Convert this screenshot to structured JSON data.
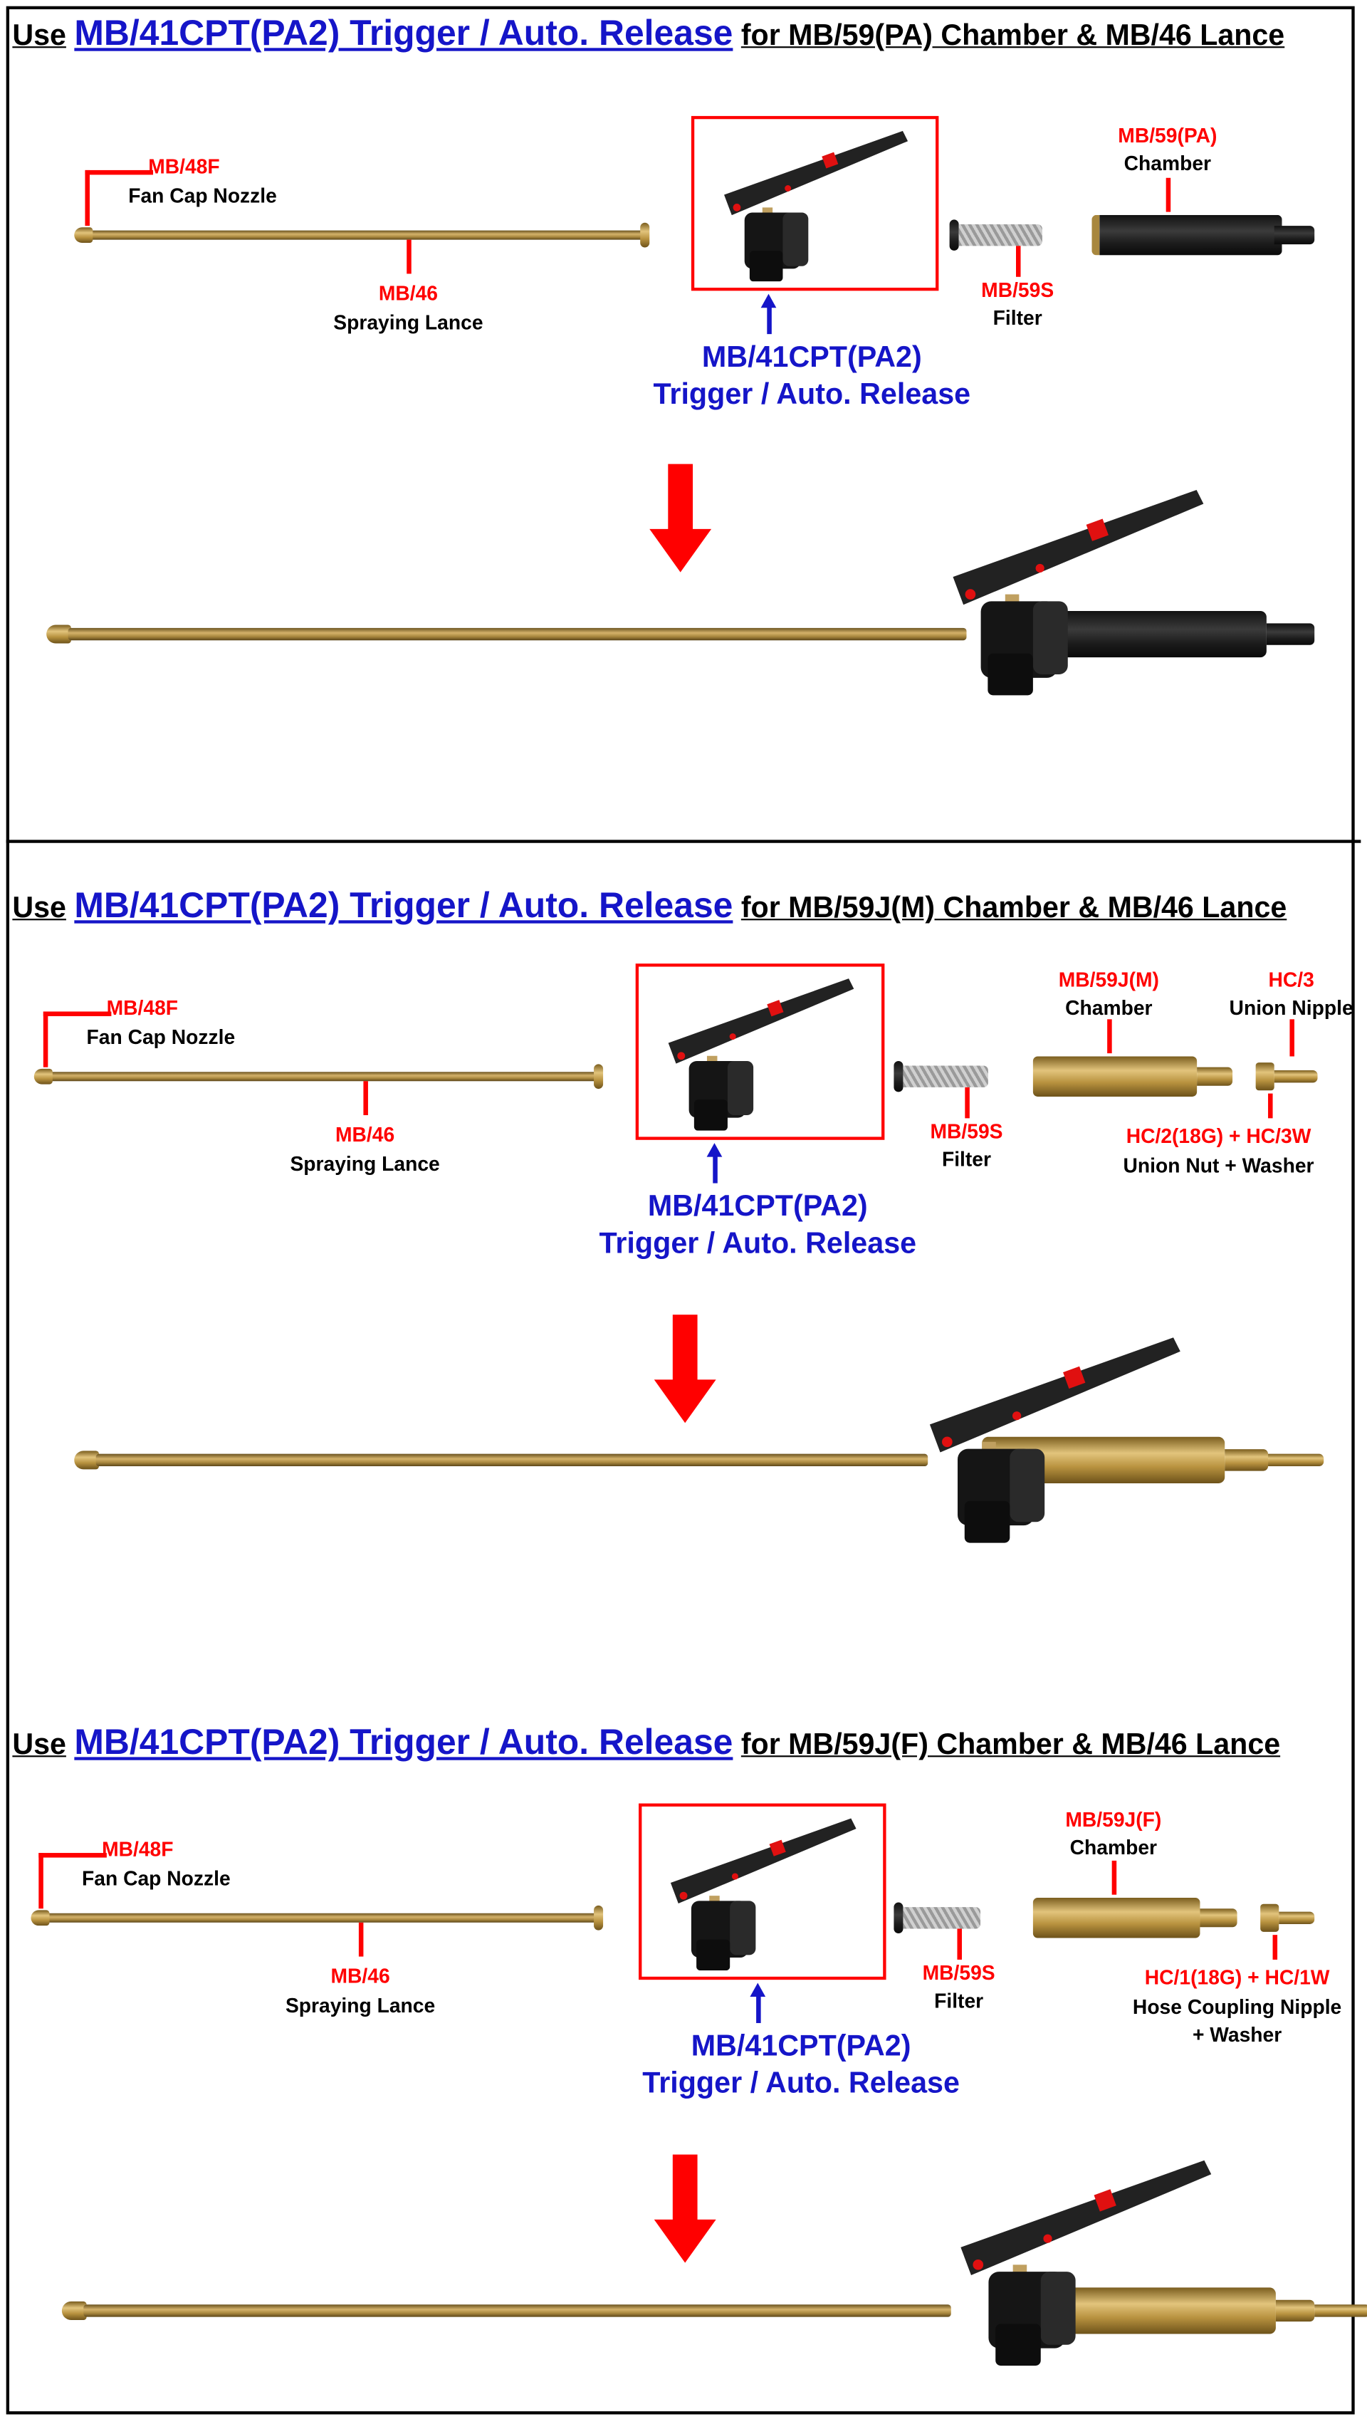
{
  "sections": [
    {
      "title": {
        "prefix": "Use",
        "highlight": "MB/41CPT(PA2) Trigger / Auto. Release",
        "suffix": "for MB/59(PA) Chamber & MB/46 Lance"
      },
      "labels": {
        "nozzle_code": "MB/48F",
        "nozzle_name": "Fan Cap Nozzle",
        "lance_code": "MB/46",
        "lance_name": "Spraying Lance",
        "trigger_code": "MB/41CPT(PA2)",
        "trigger_name": "Trigger / Auto. Release",
        "filter_code": "MB/59S",
        "filter_name": "Filter",
        "chamber_code": "MB/59(PA)",
        "chamber_name": "Chamber"
      },
      "chamber_finish": "black"
    },
    {
      "title": {
        "prefix": "Use",
        "highlight": "MB/41CPT(PA2) Trigger / Auto. Release",
        "suffix": "for MB/59J(M) Chamber & MB/46 Lance"
      },
      "labels": {
        "nozzle_code": "MB/48F",
        "nozzle_name": "Fan Cap Nozzle",
        "lance_code": "MB/46",
        "lance_name": "Spraying Lance",
        "trigger_code": "MB/41CPT(PA2)",
        "trigger_name": "Trigger / Auto. Release",
        "filter_code": "MB/59S",
        "filter_name": "Filter",
        "chamber_code": "MB/59J(M)",
        "chamber_name": "Chamber",
        "fitting_top_code": "HC/3",
        "fitting_top_name": "Union Nipple",
        "fitting_bottom_code": "HC/2(18G) + HC/3W",
        "fitting_bottom_name": "Union Nut + Washer"
      },
      "chamber_finish": "brass"
    },
    {
      "title": {
        "prefix": "Use",
        "highlight": "MB/41CPT(PA2) Trigger / Auto. Release",
        "suffix": "for MB/59J(F) Chamber & MB/46 Lance"
      },
      "labels": {
        "nozzle_code": "MB/48F",
        "nozzle_name": "Fan Cap Nozzle",
        "lance_code": "MB/46",
        "lance_name": "Spraying Lance",
        "trigger_code": "MB/41CPT(PA2)",
        "trigger_name": "Trigger / Auto. Release",
        "filter_code": "MB/59S",
        "filter_name": "Filter",
        "chamber_code": "MB/59J(F)",
        "chamber_name": "Chamber",
        "fitting_bottom_code": "HC/1(18G) + HC/1W",
        "fitting_bottom_name": "Hose Coupling Nipple",
        "fitting_bottom_name2": "+ Washer"
      },
      "chamber_finish": "brass"
    }
  ],
  "colors": {
    "part_code": "#ff0000",
    "highlight": "#1515c8",
    "text": "#000000",
    "arrow": "#ff0000"
  }
}
